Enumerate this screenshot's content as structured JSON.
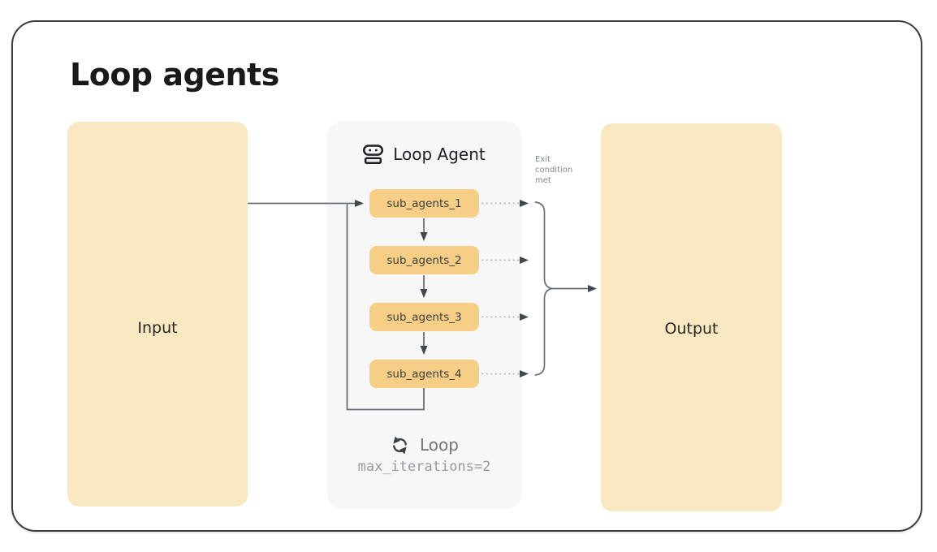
{
  "title": "Loop agents",
  "input": {
    "label": "Input"
  },
  "output": {
    "label": "Output"
  },
  "loop_agent": {
    "title": "Loop Agent",
    "sub_agents": [
      "sub_agents_1",
      "sub_agents_2",
      "sub_agents_3",
      "sub_agents_4"
    ],
    "loop_label": "Loop",
    "loop_parameter": "max_iterations=2"
  },
  "annotations": {
    "exit_condition": "Exit condition met"
  },
  "icons": {
    "header_icon": "robot-icon",
    "footer_icon": "loop-icon"
  },
  "colors": {
    "io_box_fill": "#F8E9C2",
    "sub_agent_fill": "#F6CE85",
    "panel_fill": "#F7F7F8",
    "frame_border": "#3D3D3D",
    "connector": "#6A6E72",
    "arrowhead": "#43474B",
    "muted_text": "#82878C",
    "mono_text": "#97999C"
  }
}
